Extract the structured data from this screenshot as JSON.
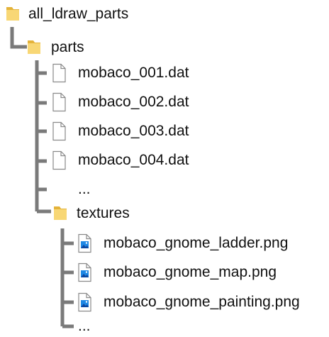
{
  "tree": {
    "root": {
      "label": "all_ldraw_parts",
      "icon": "folder-icon"
    },
    "parts": {
      "label": "parts",
      "icon": "folder-icon",
      "files": [
        {
          "label": "mobaco_001.dat",
          "icon": "dat-file-icon"
        },
        {
          "label": "mobaco_002.dat",
          "icon": "dat-file-icon"
        },
        {
          "label": "mobaco_003.dat",
          "icon": "dat-file-icon"
        },
        {
          "label": "mobaco_004.dat",
          "icon": "dat-file-icon"
        }
      ],
      "ellipsis": "..."
    },
    "textures": {
      "label": "textures",
      "icon": "folder-icon",
      "files": [
        {
          "label": "mobaco_gnome_ladder.png",
          "icon": "image-file-icon"
        },
        {
          "label": "mobaco_gnome_map.png",
          "icon": "image-file-icon"
        },
        {
          "label": "mobaco_gnome_painting.png",
          "icon": "image-file-icon"
        }
      ],
      "ellipsis": "..."
    }
  },
  "colors": {
    "connector": "#7a7a7a",
    "folder_back": "#e4b33a",
    "folder_front": "#f8d775",
    "image_accent": "#1e88e5"
  }
}
